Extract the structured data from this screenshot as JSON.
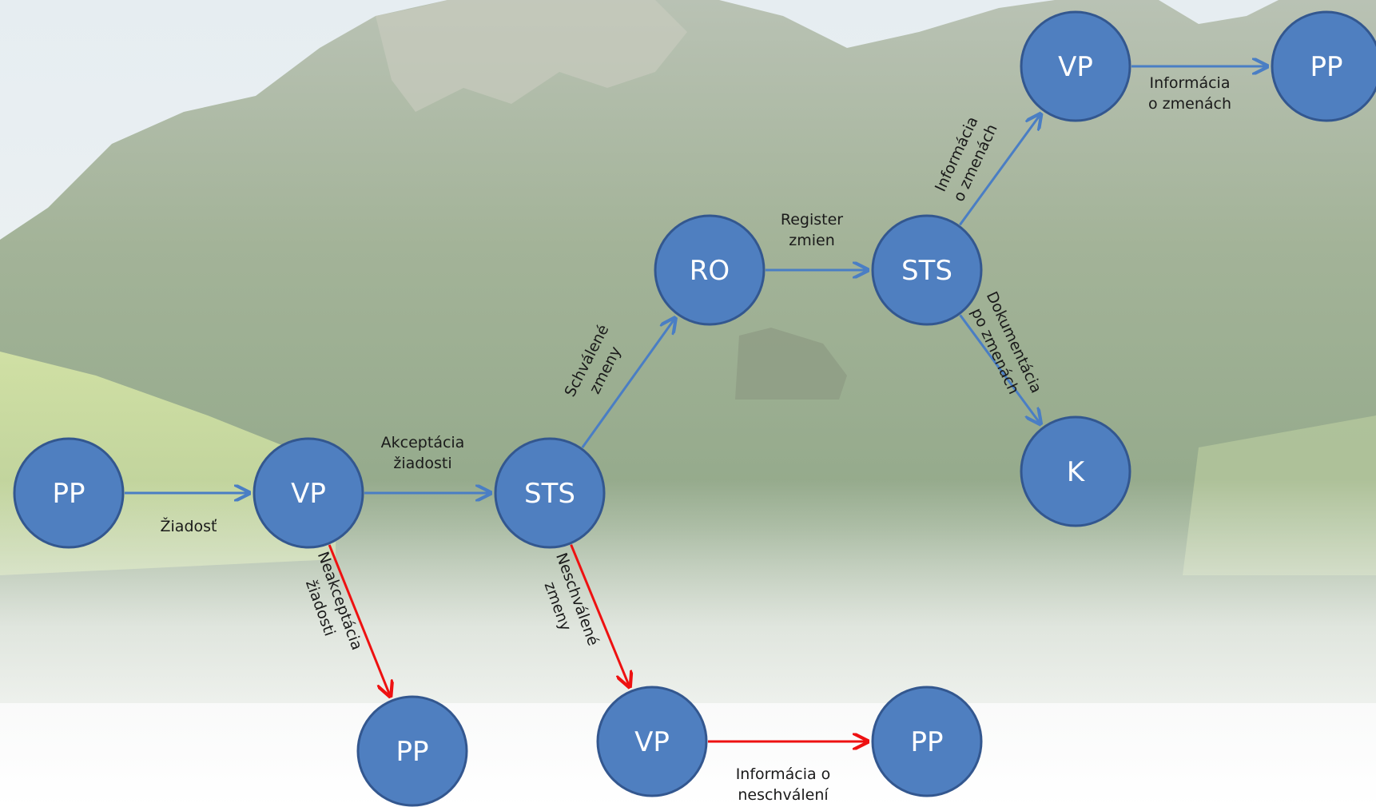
{
  "colors": {
    "node_fill": "#4f7fc0",
    "node_stroke": "#33578f",
    "approved_edge": "#4a7ec4",
    "rejected_edge": "#ee1111",
    "sky": "#eef3f6",
    "forest": "#9ab08e",
    "meadow": "#c9dca6"
  },
  "nodes": [
    {
      "id": "pp1",
      "label": "PP"
    },
    {
      "id": "vp1",
      "label": "VP"
    },
    {
      "id": "sts1",
      "label": "STS"
    },
    {
      "id": "ro",
      "label": "RO"
    },
    {
      "id": "sts2",
      "label": "STS"
    },
    {
      "id": "vp2",
      "label": "VP"
    },
    {
      "id": "pp2",
      "label": "PP"
    },
    {
      "id": "k",
      "label": "K"
    },
    {
      "id": "pp3",
      "label": "PP"
    },
    {
      "id": "vp3",
      "label": "VP"
    },
    {
      "id": "pp4",
      "label": "PP"
    }
  ],
  "edges": [
    {
      "id": "e-ziadost",
      "from": "pp1",
      "to": "vp1",
      "status": "approved",
      "label": [
        "Žiadosť"
      ]
    },
    {
      "id": "e-akceptacia",
      "from": "vp1",
      "to": "sts1",
      "status": "approved",
      "label": [
        "Akceptácia",
        "žiadosti"
      ]
    },
    {
      "id": "e-schvalene",
      "from": "sts1",
      "to": "ro",
      "status": "approved",
      "label": [
        "Schválené",
        "zmeny"
      ]
    },
    {
      "id": "e-register",
      "from": "ro",
      "to": "sts2",
      "status": "approved",
      "label": [
        "Register",
        "zmien"
      ]
    },
    {
      "id": "e-info-zmeny-1",
      "from": "sts2",
      "to": "vp2",
      "status": "approved",
      "label": [
        "Informácia",
        "o zmenách"
      ]
    },
    {
      "id": "e-info-zmeny-2",
      "from": "vp2",
      "to": "pp2",
      "status": "approved",
      "label": [
        "Informácia",
        "o zmenách"
      ]
    },
    {
      "id": "e-dokumentacia",
      "from": "sts2",
      "to": "k",
      "status": "approved",
      "label": [
        "Dokumentácia",
        "po zmenách"
      ]
    },
    {
      "id": "e-neakceptacia",
      "from": "vp1",
      "to": "pp3",
      "status": "rejected",
      "label": [
        "Neakceptácia",
        "žiadosti"
      ]
    },
    {
      "id": "e-neschvalene",
      "from": "sts1",
      "to": "vp3",
      "status": "rejected",
      "label": [
        "Neschválené",
        "zmeny"
      ]
    },
    {
      "id": "e-info-neschvaleni",
      "from": "vp3",
      "to": "pp4",
      "status": "rejected",
      "label": [
        "Informácia o",
        "neschválení"
      ]
    }
  ]
}
